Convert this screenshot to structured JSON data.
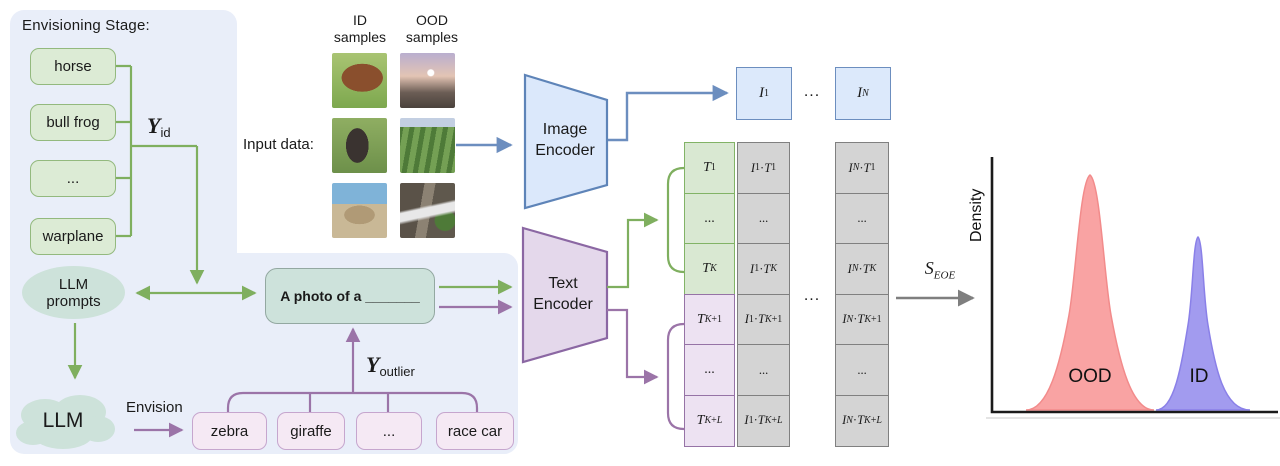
{
  "colors": {
    "panel_bg": "#E9EEF9",
    "id_green": "#7FAF5F",
    "outlier_purple": "#9B74A8",
    "encoder_blue": "#6C8EBF",
    "score_gray": "#7F7F7F",
    "ood_curve_pink": "#F9A3A3",
    "id_curve_blue": "#A29BEF"
  },
  "stage": {
    "title": "Envisioning Stage:",
    "id_classes": [
      "horse",
      "bull frog",
      "...",
      "warplane"
    ],
    "y_id": {
      "symbol": "Y",
      "sub": "id"
    },
    "llm_prompts": {
      "line1": "LLM",
      "line2": "prompts"
    },
    "llm": "LLM",
    "envision_label": "Envision",
    "y_outlier": {
      "symbol": "Y",
      "sub": "outlier"
    },
    "outlier_classes": [
      "zebra",
      "giraffe",
      "...",
      "race car"
    ],
    "prompt_text": "A photo of a _______"
  },
  "input_data": {
    "label": "Input data:",
    "id_header": {
      "line1": "ID",
      "line2": "samples"
    },
    "ood_header": {
      "line1": "OOD",
      "line2": "samples"
    },
    "id_samples": [
      "horse photo",
      "dog photo",
      "cat photo"
    ],
    "ood_samples": [
      "moonrise landscape photo",
      "green field photo",
      "waterfall photo"
    ]
  },
  "encoders": {
    "image": {
      "line1": "Image",
      "line2": "Encoder"
    },
    "text": {
      "line1": "Text",
      "line2": "Encoder"
    }
  },
  "image_embeddings": {
    "first": "<i>I</i><sub>1</sub>",
    "dots": "...",
    "last": "<i>I</i><sub><i>N</i></sub>"
  },
  "matrix": {
    "t": [
      "<i>T</i><sub>1</sub>",
      "...",
      "<i>T</i><sub><i>K</i></sub>",
      "<i>T</i><sub><i>K</i>+1</sub>",
      "...",
      "<i>T</i><sub><i>K</i>+<i>L</i></sub>"
    ],
    "i1": [
      "<i>I</i><sub>1</sub> · <i>T</i><sub>1</sub>",
      "...",
      "<i>I</i><sub>1</sub> · <i>T</i><sub><i>K</i></sub>",
      "<i>I</i><sub>1</sub> · <i>T</i><sub><i>K</i>+1</sub>",
      "...",
      "<i>I</i><sub>1</sub> · <i>T</i><sub><i>K</i>+<i>L</i></sub>"
    ],
    "iN": [
      "<i>I</i><sub><i>N</i></sub> · <i>T</i><sub>1</sub>",
      "...",
      "<i>I</i><sub><i>N</i></sub> · <i>T</i><sub><i>K</i></sub>",
      "<i>I</i><sub><i>N</i></sub> · <i>T</i><sub><i>K</i>+1</sub>",
      "...",
      "<i>I</i><sub><i>N</i></sub> · <i>T</i><sub><i>K</i>+<i>L</i></sub>"
    ],
    "between_dots": "..."
  },
  "score": {
    "html": "<i>S</i><sub><i>EOE</i></sub>"
  },
  "density_plot": {
    "ylabel": "Density",
    "ood_label": "OOD",
    "id_label": "ID"
  }
}
